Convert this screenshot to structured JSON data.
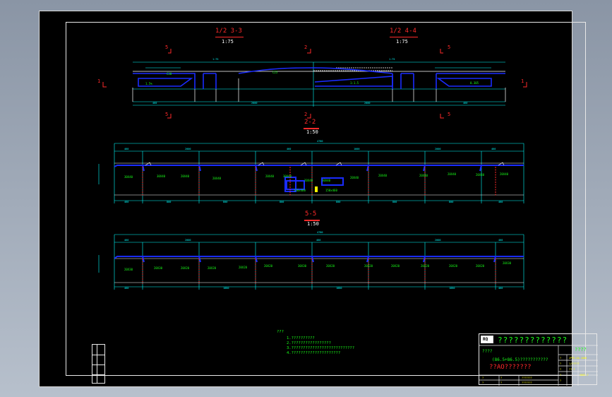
{
  "sections": {
    "s33": {
      "title": "1/2 3-3",
      "scale": "1:75"
    },
    "s44": {
      "title": "1/2 4-4",
      "scale": "1:75"
    },
    "s22": {
      "title": "2-2",
      "scale": "1:50"
    },
    "s55": {
      "title": "5-5",
      "scale": "1:50"
    }
  },
  "section_marks": {
    "m5_tl": "5",
    "m2_top": "2",
    "m5_tr": "5",
    "m1_l": "1",
    "m1_r": "1",
    "m5_bl": "5",
    "m2_bot": "2",
    "m5_br": "5"
  },
  "notes": {
    "heading": "???",
    "lines": [
      "1.??????????",
      "2.?????????????????",
      "3.???????????????????????????",
      "4.?????????????????????"
    ]
  },
  "title_block": {
    "company": "?????????????",
    "title_right": "????",
    "subtitle": "(86.5+86.5)???????????",
    "drawing_name": "??AO???????",
    "logo_text": "RQ"
  },
  "colors": {
    "background": "#000000",
    "frame": "#e8e8e8",
    "structure": "#1a2cff",
    "dimension": "#00ffff",
    "annotation": "#19ff19",
    "section_title": "#ff2a2a"
  }
}
